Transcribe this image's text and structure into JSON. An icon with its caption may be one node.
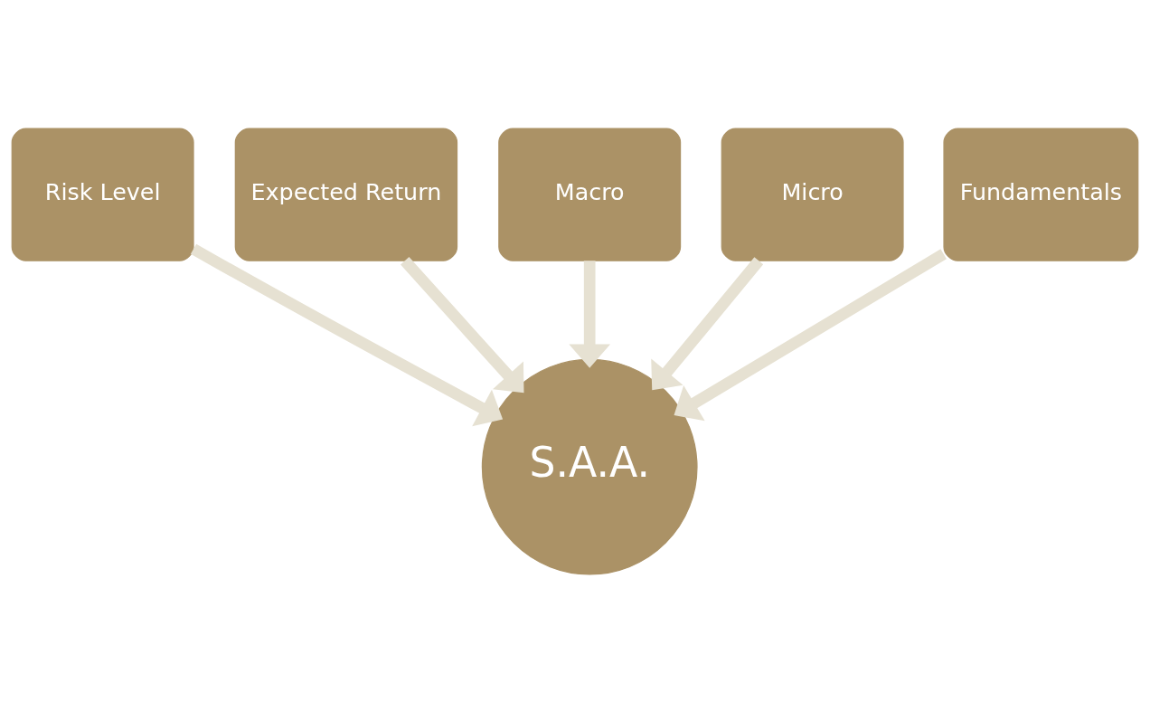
{
  "diagram": {
    "nodes": [
      {
        "text": [
          "Macro"
        ]
      },
      {
        "text": [
          "Expected Return"
        ]
      },
      {
        "text": [
          "Micro"
        ]
      },
      {
        "text": [
          "Risk Level"
        ]
      },
      {
        "text": [
          "S.A.A."
        ]
      },
      {
        "text": [
          "Fundamentals"
        ]
      }
    ],
    "edges": [
      {
        "from": 0,
        "to": 4,
        "arrow": "to"
      },
      {
        "from": 1,
        "to": 4,
        "arrow": "to"
      },
      {
        "from": 2,
        "to": 4,
        "arrow": "to"
      },
      {
        "from": 3,
        "to": 4,
        "arrow": "to"
      },
      {
        "from": 5,
        "to": 4,
        "arrow": "to"
      }
    ]
  }
}
